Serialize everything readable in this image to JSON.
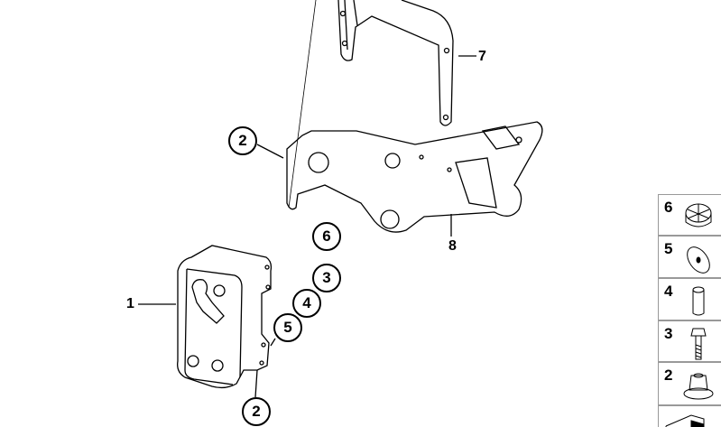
{
  "callouts": [
    {
      "id": "c2a",
      "label": "2"
    },
    {
      "id": "c6",
      "label": "6"
    },
    {
      "id": "c3",
      "label": "3"
    },
    {
      "id": "c4",
      "label": "4"
    },
    {
      "id": "c5",
      "label": "5"
    },
    {
      "id": "c2b",
      "label": "2"
    }
  ],
  "labels": {
    "part1": "1",
    "part7": "7",
    "part8": "8"
  },
  "parts_legend": [
    {
      "number": "6",
      "icon": "castle-nut-icon"
    },
    {
      "number": "5",
      "icon": "washer-icon"
    },
    {
      "number": "4",
      "icon": "sleeve-icon"
    },
    {
      "number": "3",
      "icon": "bolt-icon"
    },
    {
      "number": "2",
      "icon": "flange-nut-icon"
    },
    {
      "number": "",
      "icon": "bracket-icon"
    }
  ]
}
